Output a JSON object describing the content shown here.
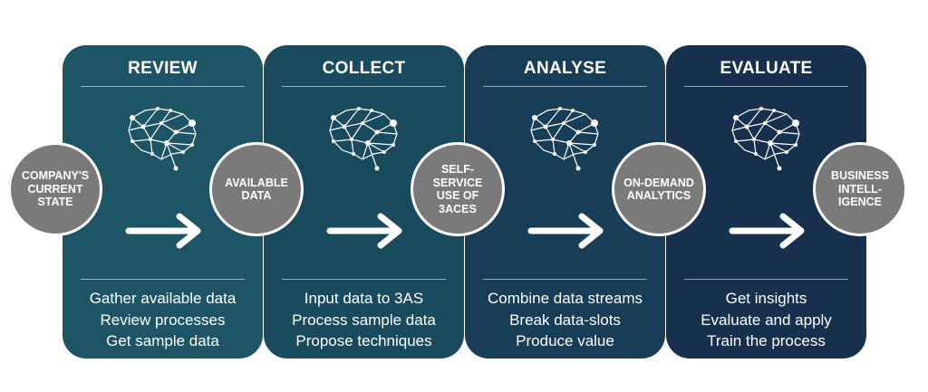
{
  "stages": [
    {
      "title": "REVIEW",
      "color": "#1d5566",
      "tasks": [
        "Gather available data",
        "Review processes",
        "Get sample data"
      ]
    },
    {
      "title": "COLLECT",
      "color": "#1a4a5d",
      "tasks": [
        "Input data to 3AS",
        "Process sample data",
        "Propose techniques"
      ]
    },
    {
      "title": "ANALYSE",
      "color": "#183d56",
      "tasks": [
        "Combine data streams",
        "Break data-slots",
        "Produce value"
      ]
    },
    {
      "title": "EVALUATE",
      "color": "#16304d",
      "tasks": [
        "Get insights",
        "Evaluate and apply",
        "Train the process"
      ]
    }
  ],
  "nodes": [
    {
      "label": "COMPANY'S\nCURRENT\nSTATE"
    },
    {
      "label": "AVAILABLE\nDATA"
    },
    {
      "label": "SELF-\nSERVICE\nUSE OF\n3ACES"
    },
    {
      "label": "ON-DEMAND\nANALYTICS"
    },
    {
      "label": "BUSINESS\nINTELL-\nIGENCE"
    }
  ],
  "icons": {
    "stage_icon": "brain-network-icon",
    "flow_icon": "right-arrow-icon"
  },
  "colors": {
    "node": "#7a7a7a",
    "node_border": "#ffffff",
    "text": "#ffffff"
  }
}
